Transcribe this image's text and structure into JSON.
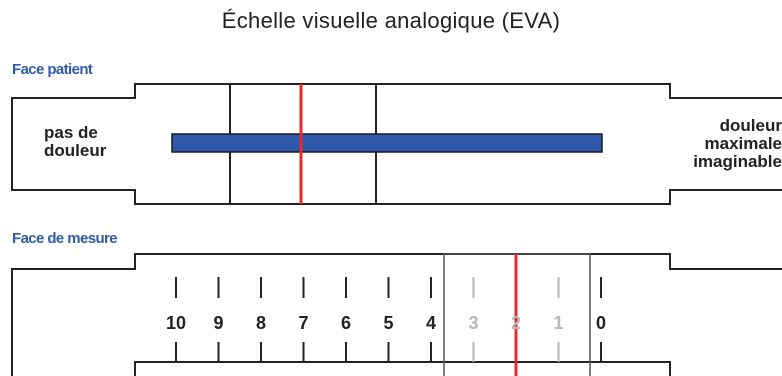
{
  "title": "Échelle visuelle analogique (EVA)",
  "patient_face": {
    "label": "Face patient",
    "left_label": "pas de\ndouleur",
    "right_label": "douleur\nmaximale\nimaginable",
    "cursor_position": 0.3
  },
  "measure_face": {
    "label": "Face de mesure",
    "scale_labels": [
      "10",
      "9",
      "8",
      "7",
      "6",
      "5",
      "4",
      "3",
      "2",
      "1",
      "0"
    ],
    "cursor_value": 2
  },
  "colors": {
    "bar": "#2f58ad",
    "cursor": "#e8282c",
    "label_blue": "#2f5aa6",
    "outline": "#222222"
  }
}
